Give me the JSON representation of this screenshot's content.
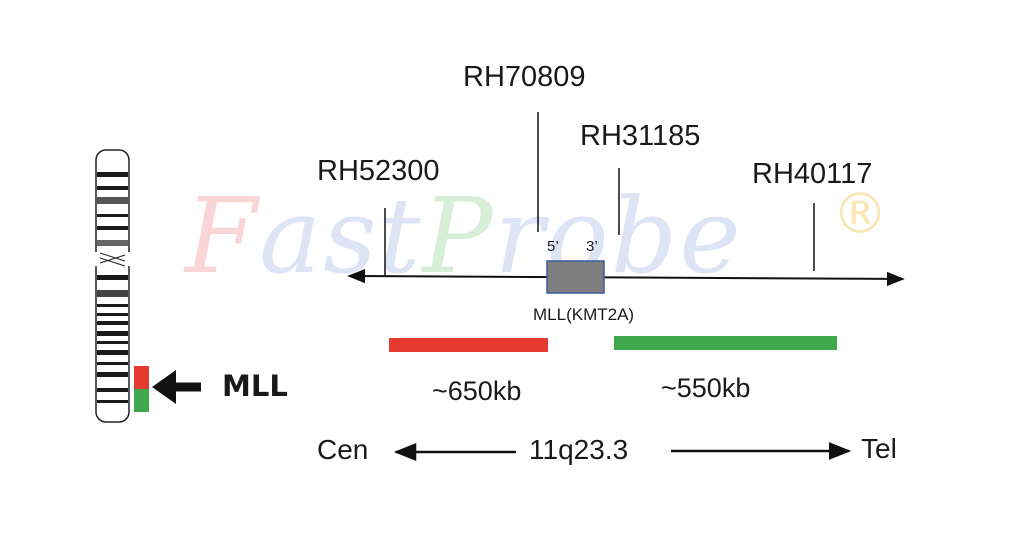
{
  "watermark": {
    "letters": [
      "F",
      "a",
      "s",
      "t",
      "P",
      "r",
      "o",
      "b",
      "e"
    ],
    "registered": "®",
    "colors": {
      "red": "#f08a8a",
      "blue": "#9fb3e8",
      "green": "#8fd08f"
    }
  },
  "markers": {
    "rh52300": "RH52300",
    "rh70809": "RH70809",
    "rh31185": "RH31185",
    "rh40117": "RH40117"
  },
  "gene": {
    "five_prime": "5’",
    "three_prime": "3’",
    "name": "MLL(KMT2A)"
  },
  "probes": {
    "left_size": "~650kb",
    "right_size": "~550kb",
    "left_color": "#e53a2f",
    "right_color": "#3ea84a"
  },
  "orientation": {
    "cen": "Cen",
    "band": "11q23.3",
    "tel": "Tel"
  },
  "chromosome": {
    "label": "MLL"
  }
}
